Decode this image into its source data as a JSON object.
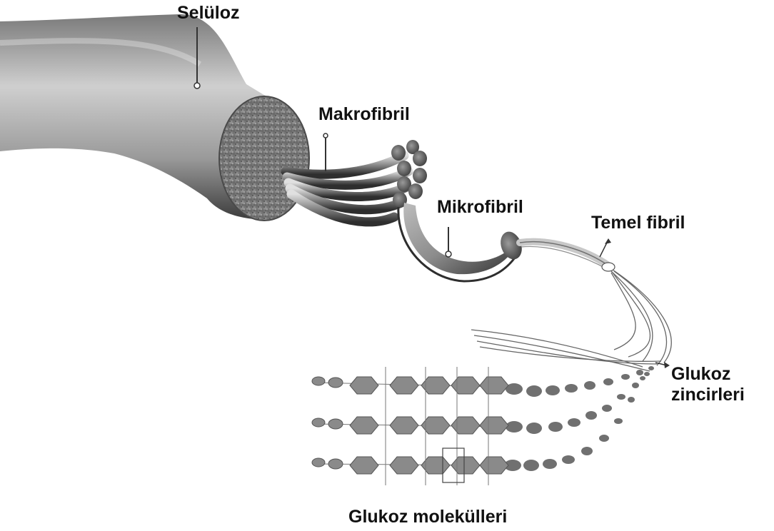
{
  "labels": {
    "cellulose": "Selüloz",
    "macrofibril": "Makrofibril",
    "microfibril": "Mikrofibril",
    "elementary_fibril": "Temel fibril",
    "glucose_chains_line1": "Glukoz",
    "glucose_chains_line2": "zincirleri",
    "glucose_molecules": "Glukoz molekülleri"
  },
  "colors": {
    "background": "#ffffff",
    "text": "#111111",
    "fiber_dark": "#3a3a3a",
    "fiber_light": "#d9d9d9",
    "molecule": "#6e6e6e"
  }
}
